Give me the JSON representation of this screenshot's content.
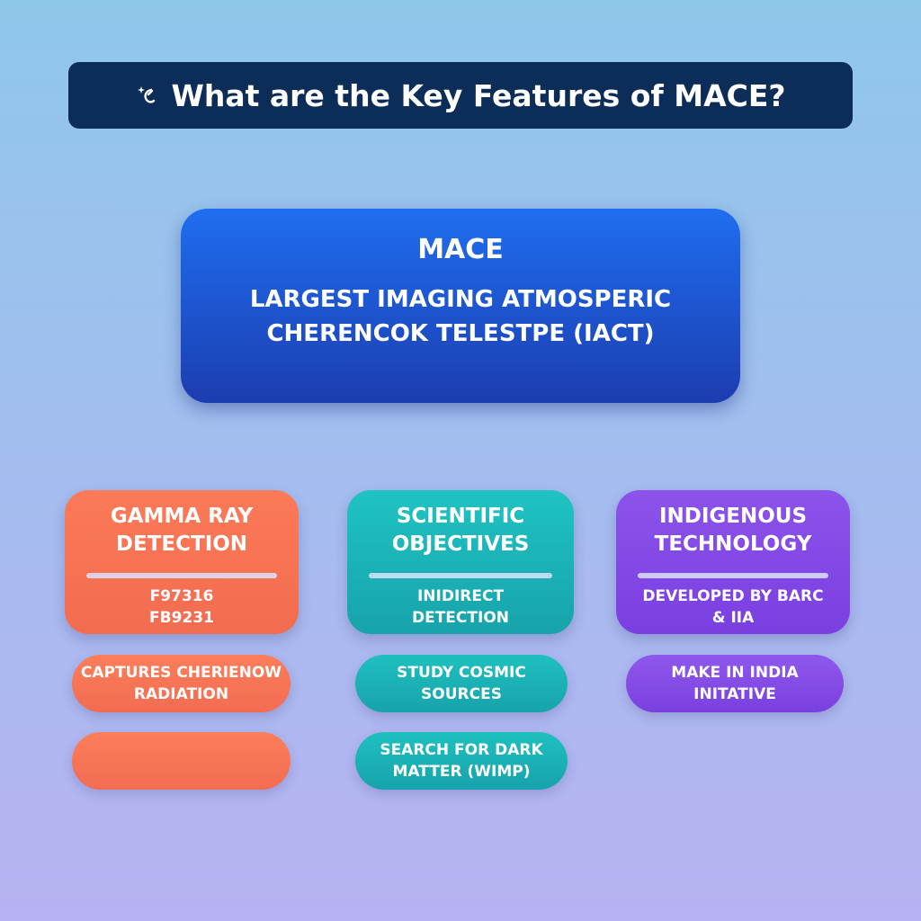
{
  "header": {
    "title": "What are the Key Features of MACE?",
    "icon": "sparkle-icon"
  },
  "main": {
    "title": "MACE",
    "subtitle_line1": "LARGEST IMAGING ATMOSPERIC",
    "subtitle_line2": "CHERENCOK TELESTPE (IACT)"
  },
  "cards": [
    {
      "title_line1": "GAMMA RAY",
      "title_line2": "DETECTION",
      "body_line1": "F97316",
      "body_line2": "FB9231",
      "color": "#f97457",
      "pills": [
        {
          "line1": "CAPTURES CHERIENOW",
          "line2": "RADIATION"
        },
        {
          "line1": "",
          "line2": ""
        }
      ]
    },
    {
      "title_line1": "SCIENTIFIC",
      "title_line2": "OBJECTIVES",
      "body_line1": "INIDIRECT",
      "body_line2": "DETECTION",
      "color": "#1bb4b8",
      "pills": [
        {
          "line1": "STUDY COSMIC",
          "line2": "SOURCES"
        },
        {
          "line1": "SEARCH FOR DARK",
          "line2": "MATTER (WIMP)"
        }
      ]
    },
    {
      "title_line1": "INDIGENOUS",
      "title_line2": "TECHNOLOGY",
      "body_line1": "DEVELOPED BY BARC",
      "body_line2": "& IIA",
      "color": "#8449e6",
      "pills": [
        {
          "line1": "MAKE IN INDIA",
          "line2": "INITATIVE"
        }
      ]
    }
  ],
  "colors": {
    "title_bar": "#0c2d57",
    "main_box": "#1c4fd0"
  }
}
